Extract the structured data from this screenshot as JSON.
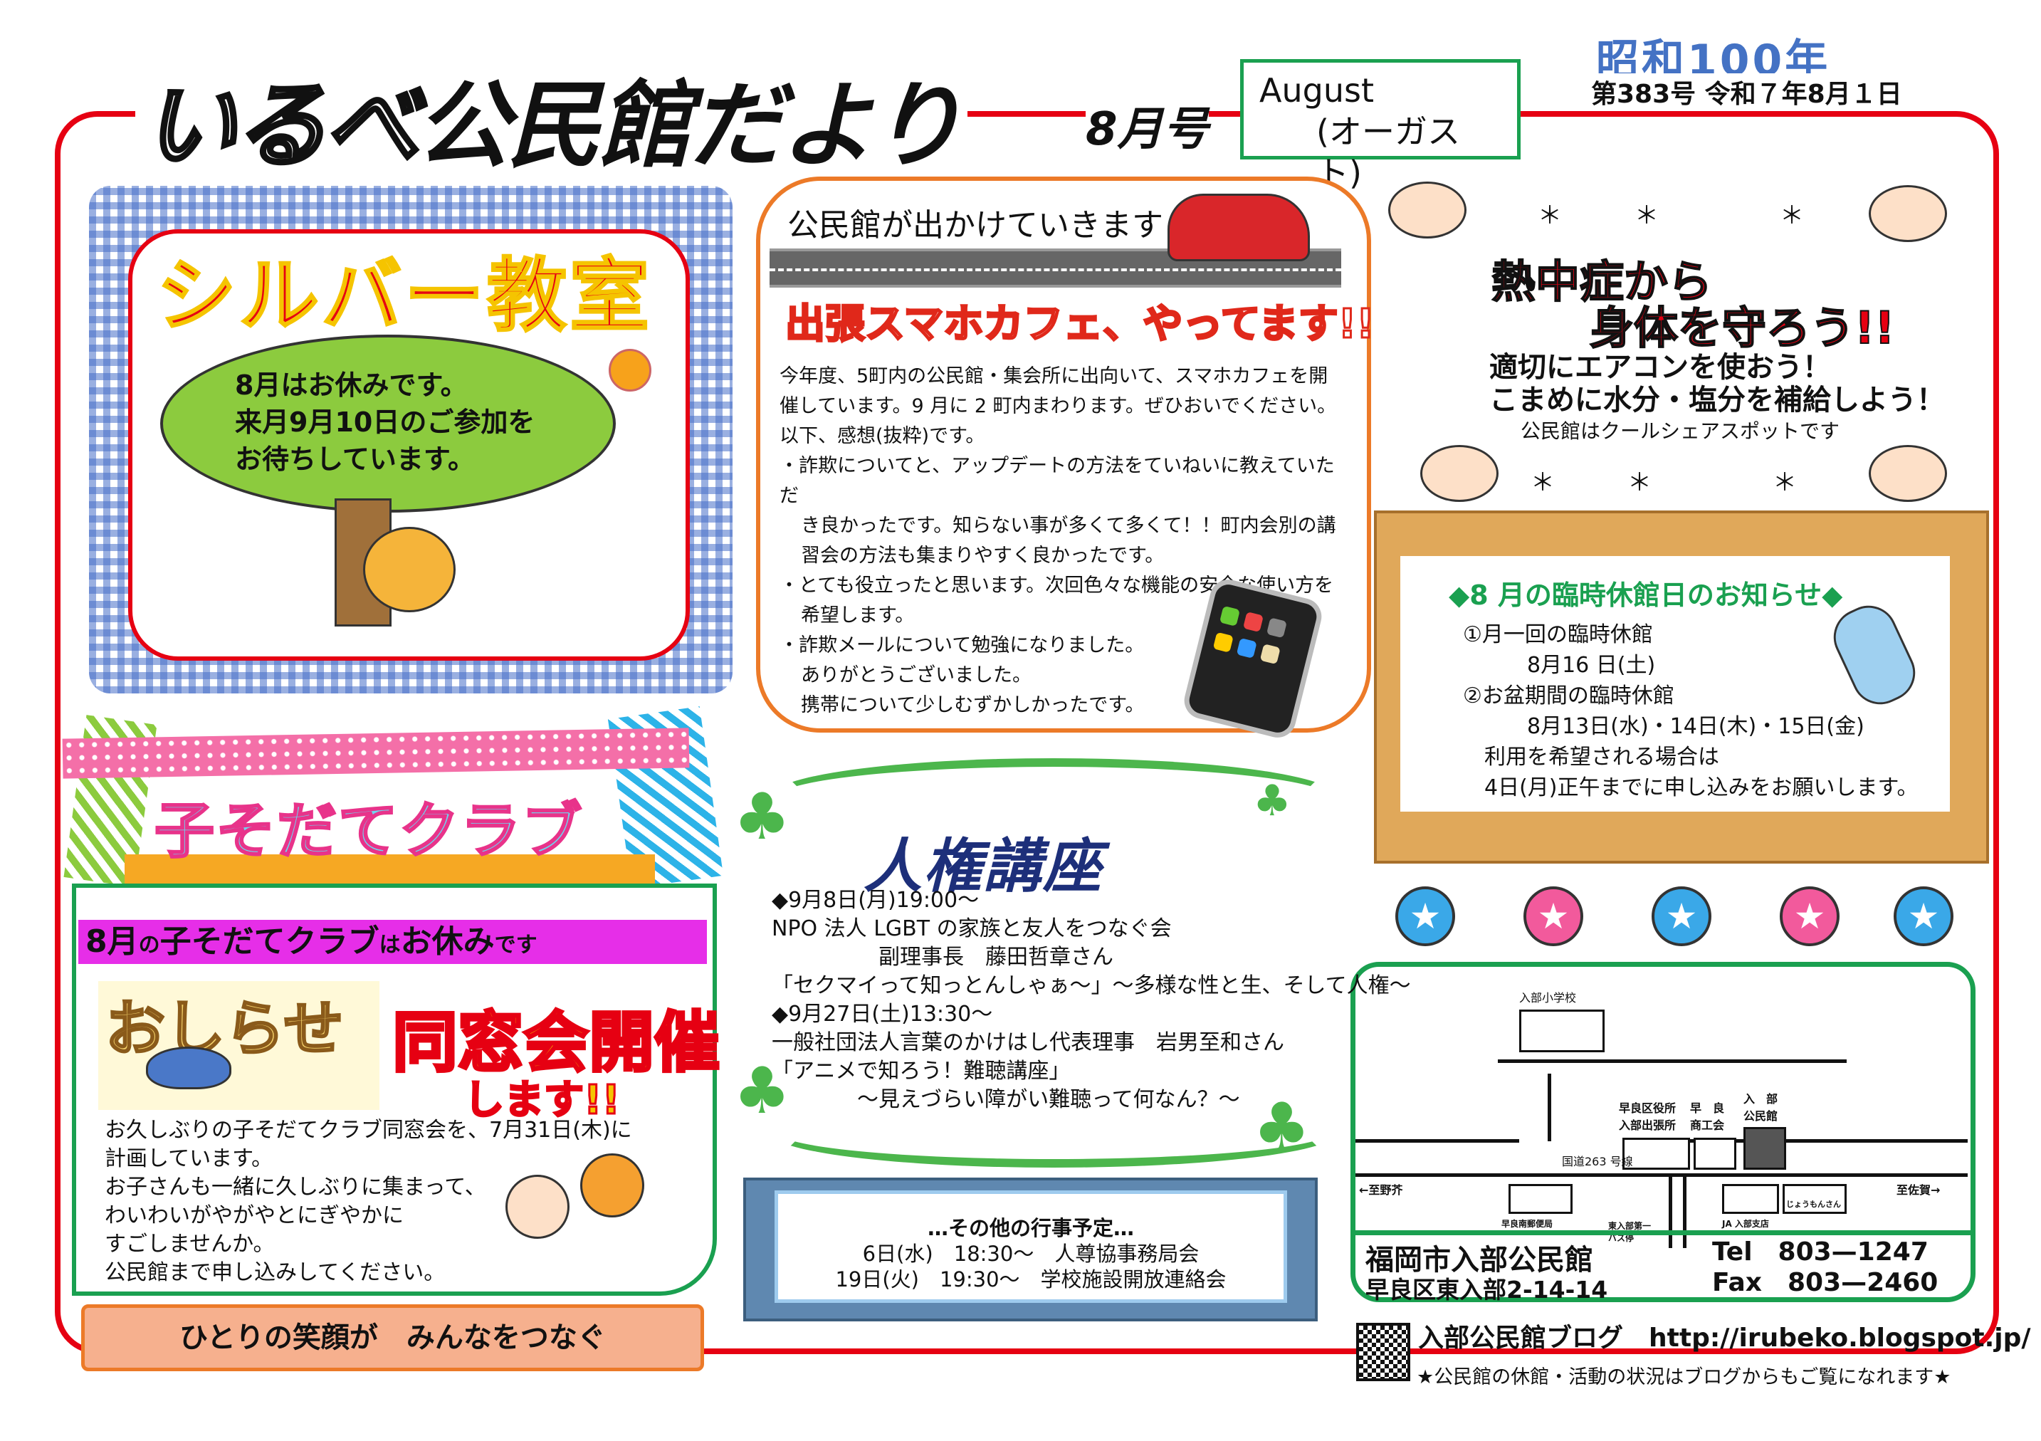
{
  "header": {
    "title_kana": "いるべ",
    "title_kanji": "公民館だより",
    "issue": "8月号",
    "month_en": "August",
    "month_kana": "(オーガスト)",
    "era": "昭和100年",
    "issue_date": "第383号 令和７年8月１日"
  },
  "silver": {
    "title": "シルバー教室",
    "lines": [
      "8月はお休みです。",
      "来月9月10日のご参加を",
      "お待ちしています。"
    ]
  },
  "outreach": {
    "header": "公民館が出かけていきます",
    "title": "出張スマホカフェ、やってます!!",
    "lines": [
      "今年度、5町内の公民館・集会所に出向いて、スマホカフェを開",
      "催しています。9 月に 2 町内まわります。ぜひおいでください。",
      "以下、感想(抜粋)です。",
      "・詐欺についてと、アップデートの方法をていねいに教えていただ",
      "き良かったです。知らない事が多くて多くて！！町内会別の講",
      "習会の方法も集まりやすく良かったです。",
      "・とても役立ったと思います。次回色々な機能の安全な使い方を",
      "希望します。",
      "・詐欺メールについて勉強になりました。",
      "ありがとうございました。",
      "携帯について少しむずかしかったです。"
    ]
  },
  "heat": {
    "title1": "熱中症から",
    "title2": "身体を守ろう!!",
    "line1": "適切にエアコンを使おう！",
    "line2": "こまめに水分・塩分を補給しよう！",
    "note": "公民館はクールシェアスポットです"
  },
  "closure": {
    "title": "◆8 月の臨時休館日のお知らせ◆",
    "lines": [
      "①月一回の臨時休館",
      "8月16 日(土)",
      "②お盆期間の臨時休館",
      "8月13日(水)・14日(木)・15日(金)",
      "利用を希望される場合は",
      "4日(月)正午までに申し込みをお願いします。"
    ]
  },
  "map": {
    "labels": {
      "school": "入部小学校",
      "route": "国道263 号線",
      "west": "←至野芥",
      "east": "至佐賀→",
      "ward": "早良区役所\n入部出張所",
      "commerce": "早　良\n商工会",
      "hall": "入　部\n公民館",
      "post": "早良南郵便局",
      "bus": "東入部第一\nバス停",
      "ja": "JA 入部支店",
      "shop": "じょうもんさん"
    },
    "name": "福岡市入部公民館",
    "address": "早良区東入部2-14-14",
    "tel": "Tel　803—1247",
    "fax": "Fax　803—2460"
  },
  "blog": {
    "label": "入部公民館ブログ",
    "url": "http://irubeko.blogspot.jp/",
    "note": "★公民館の休館・活動の状況はブログからもご覧になれます★"
  },
  "kosodate": {
    "title": "子そだてクラブ",
    "notice_a": "8月",
    "notice_b": "の",
    "notice_c": "子そだてクラブ",
    "notice_d": "は",
    "notice_e": "お休み",
    "notice_f": "です",
    "oshirase": "おしらせ",
    "reunion": "同窓会開催",
    "shimasu": "します!!",
    "lines": [
      "お久しぶりの子そだてクラブ同窓会を、7月31日(木)に",
      "計画しています。",
      "お子さんも一緒に久しぶりに集まって、",
      "わいわいがやがやとにぎやかに",
      "すごしませんか。",
      "公民館まで申し込みしてください。"
    ]
  },
  "slogan": "ひとりの笑顔が　みんなをつなぐ",
  "jinken": {
    "title": "人権講座",
    "lines": [
      "◆9月8日(月)19:00～",
      "NPO 法人 LGBT の家族と友人をつなぐ会",
      "　　　　　副理事長　藤田哲章さん",
      "「セクマイって知っとんしゃぁ～」～多様な性と生、そして人権～",
      "◆9月27日(土)13:30～",
      "一般社団法人言葉のかけはし代表理事　岩男至和さん",
      "「アニメで知ろう！難聴講座」",
      "　　　　～見えづらい障がい難聴って何なん？～"
    ]
  },
  "other": {
    "title": "…その他の行事予定…",
    "lines": [
      "6日(水)　18:30～　人尊協事務局会",
      "19日(火)　19:30～　学校施設開放連絡会"
    ]
  },
  "colors": {
    "frame": "#e60012",
    "green": "#1aa050",
    "era_blue": "#4472c4",
    "orange": "#ec7a28",
    "magenta": "#e62ee8"
  }
}
